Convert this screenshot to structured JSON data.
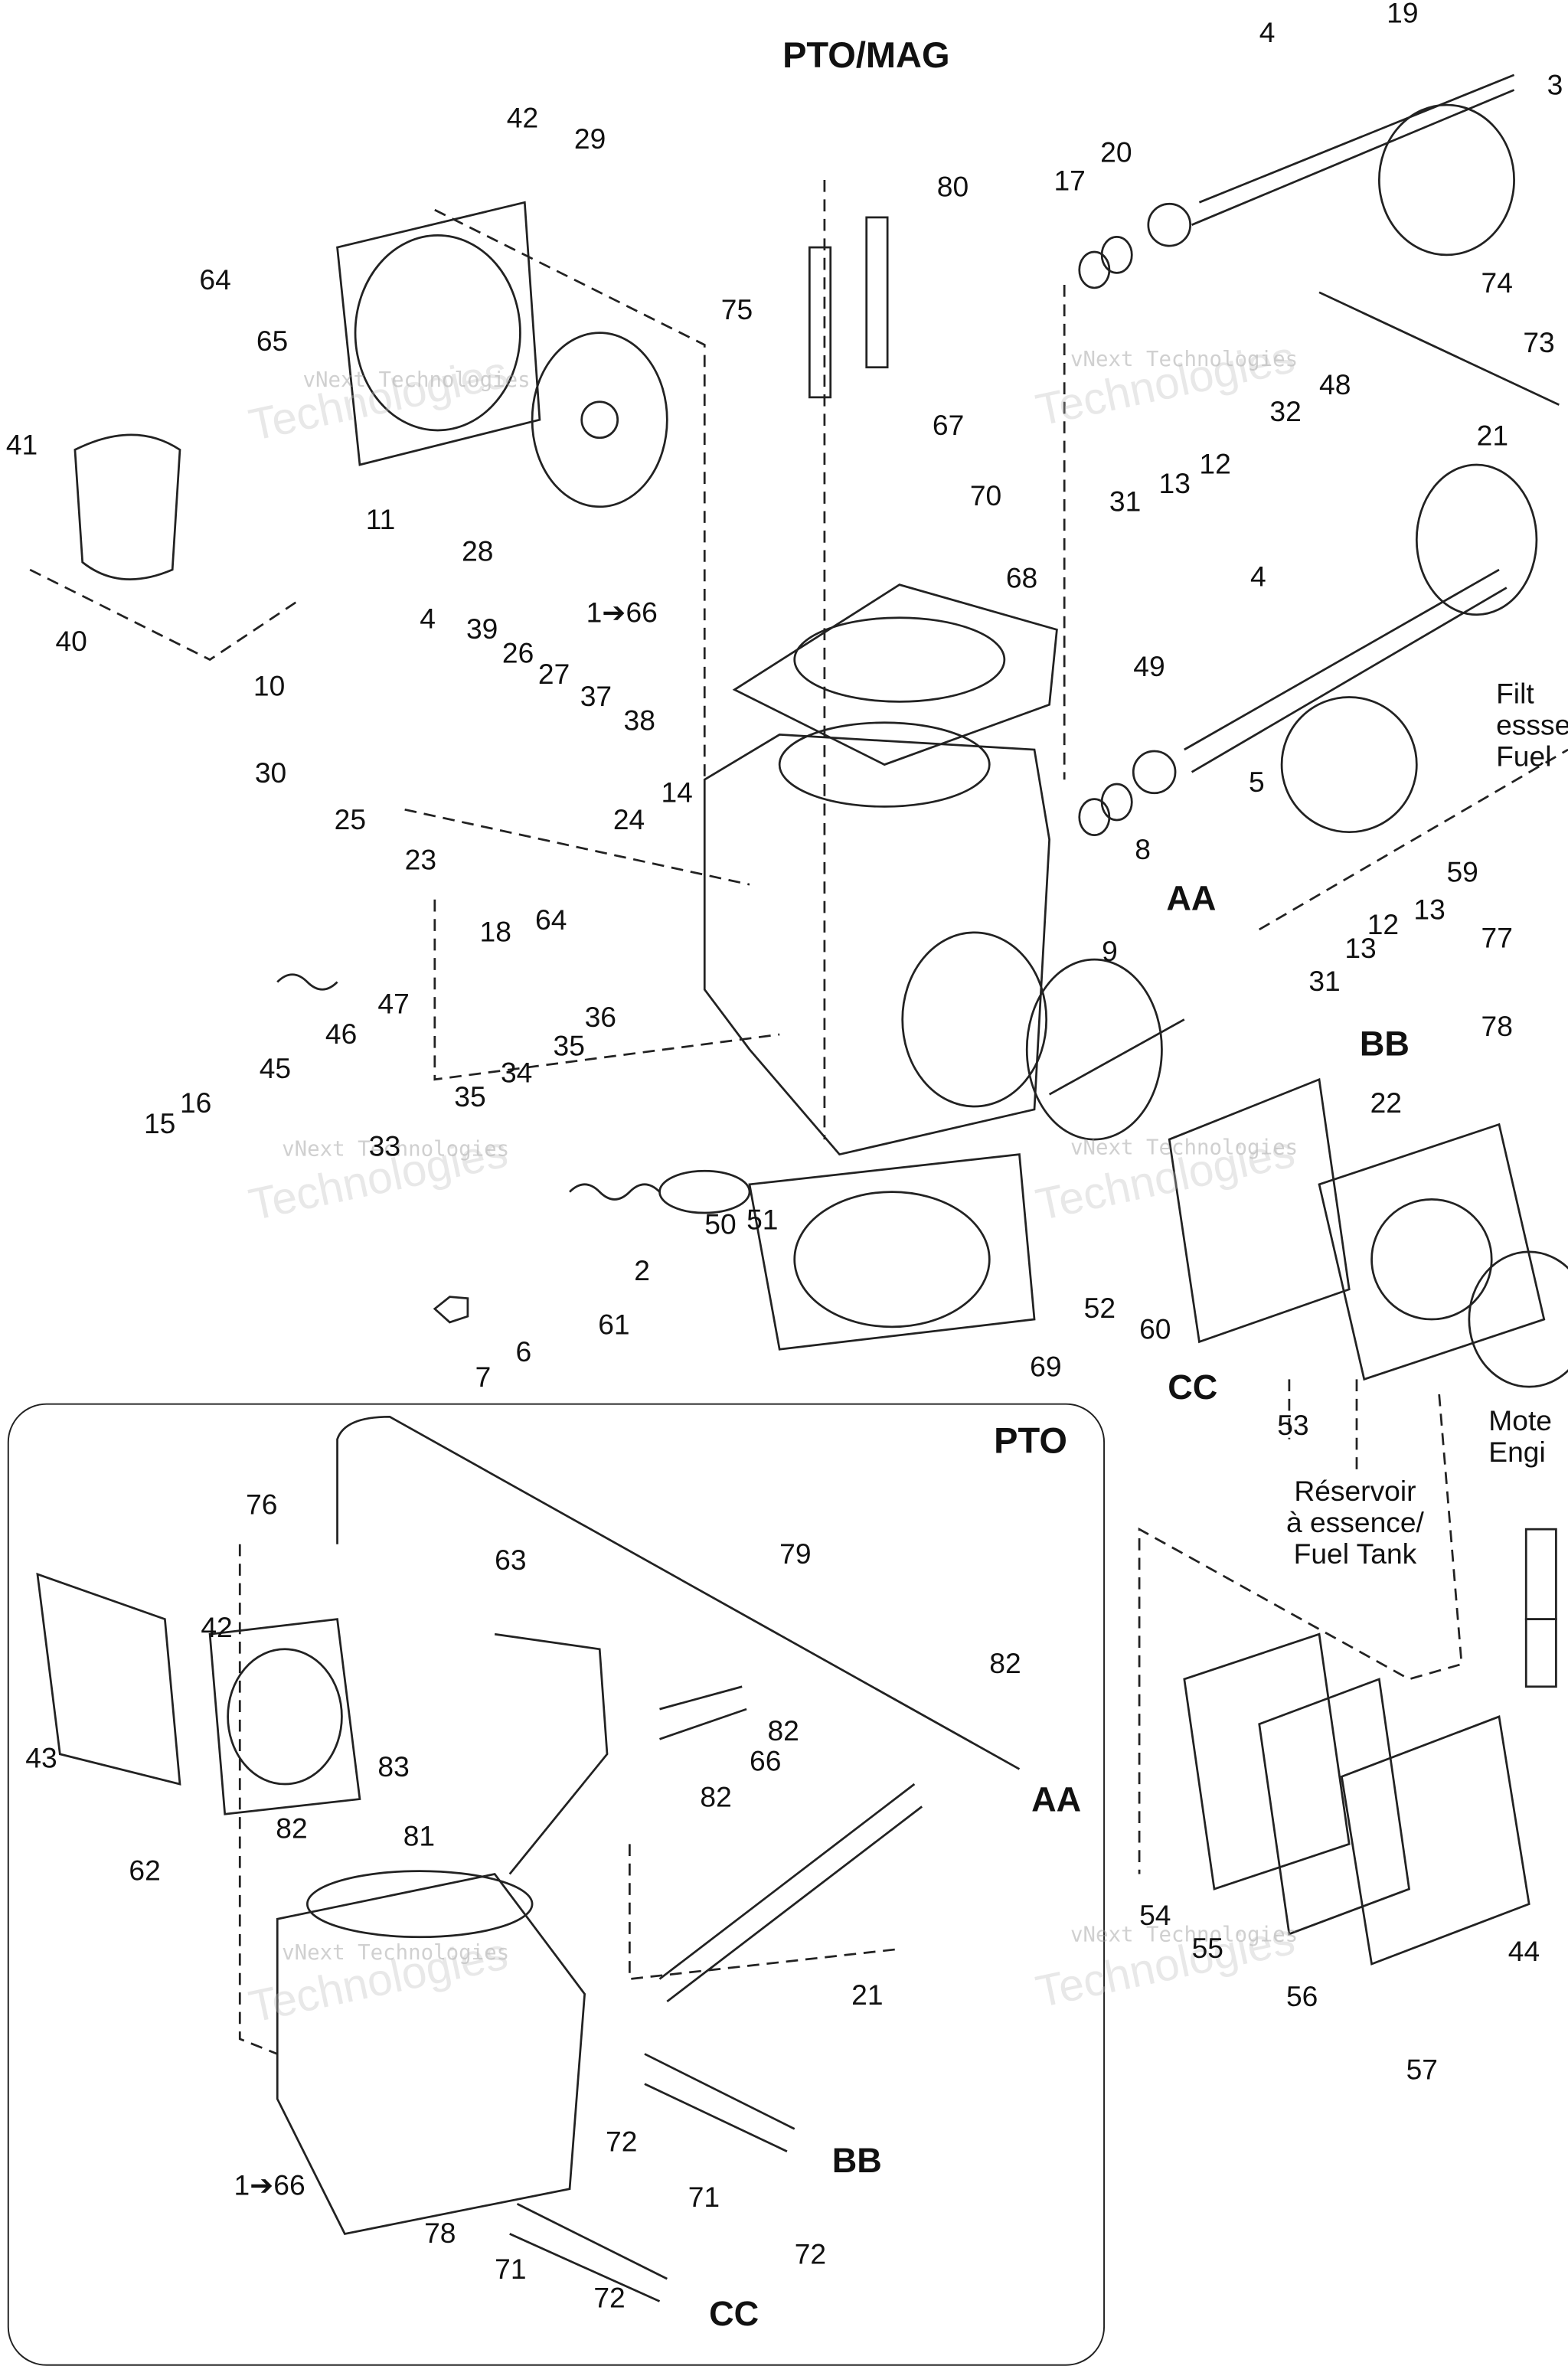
{
  "diagram": {
    "title": "PTO/MAG",
    "inset_title": "PTO",
    "notes": {
      "fuel_filter": [
        "Filt",
        "esssen",
        "Fuel"
      ],
      "engine": [
        "Mote",
        "Engi"
      ],
      "fuel_tank": [
        "Réservoir",
        "à essence/",
        "Fuel Tank"
      ]
    },
    "watermark": "vNext Technologies",
    "watermark_large": "Technologies",
    "callouts": [
      "19",
      "4",
      "3",
      "42",
      "29",
      "80",
      "20",
      "17",
      "64",
      "75",
      "74",
      "65",
      "73",
      "41",
      "48",
      "32",
      "67",
      "21",
      "12",
      "13",
      "31",
      "70",
      "11",
      "28",
      "68",
      "4",
      "1➔66",
      "4",
      "39",
      "40",
      "26",
      "10",
      "27",
      "49",
      "37",
      "38",
      "30",
      "14",
      "5",
      "25",
      "24",
      "8",
      "59",
      "AA",
      "23",
      "13",
      "12",
      "77",
      "18",
      "64",
      "13",
      "9",
      "31",
      "47",
      "36",
      "45",
      "46",
      "78",
      "BB",
      "35",
      "34",
      "15",
      "16",
      "35",
      "33",
      "22",
      "50",
      "51",
      "2",
      "61",
      "52",
      "60",
      "6",
      "7",
      "69",
      "CC",
      "53",
      "76",
      "63",
      "79",
      "42",
      "82",
      "43",
      "82",
      "66",
      "83",
      "82",
      "AA",
      "82",
      "81",
      "62",
      "21",
      "54",
      "55",
      "44",
      "56",
      "57",
      "1➔66",
      "72",
      "71",
      "BB",
      "72",
      "78",
      "71",
      "72",
      "CC"
    ]
  }
}
